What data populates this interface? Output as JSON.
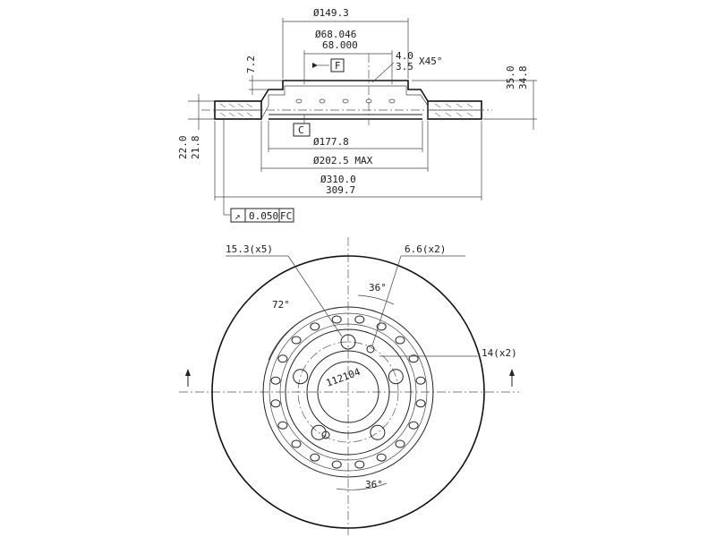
{
  "side_view": {
    "dia_hat": "Ø149.3",
    "dia_bore_max": "Ø68.046",
    "dia_bore_min": "68.000",
    "chamfer_a": "4.0",
    "chamfer_b": "3.5",
    "chamfer_angle": "X45°",
    "offset_height": "7.2",
    "height_max": "35.0",
    "height_min": "34.8",
    "datum_f": "F",
    "datum_c": "C",
    "thick_max": "22.0",
    "thick_min": "21.8",
    "dia_inner": "Ø177.8",
    "dia_vent": "Ø202.5 MAX",
    "dia_outer_max": "Ø310.0",
    "dia_outer_min": "309.7",
    "runout_symbol": "↗",
    "runout_value": "0.050",
    "runout_datums": "FC"
  },
  "front_view": {
    "bolt_holes": "15.3(x5)",
    "small_holes": "6.6(x2)",
    "threaded_holes": "14(x2)",
    "pcd": "112",
    "pcd2": "104",
    "angle_72": "72°",
    "angle_36_top": "36°",
    "angle_36_bottom": "36°"
  }
}
